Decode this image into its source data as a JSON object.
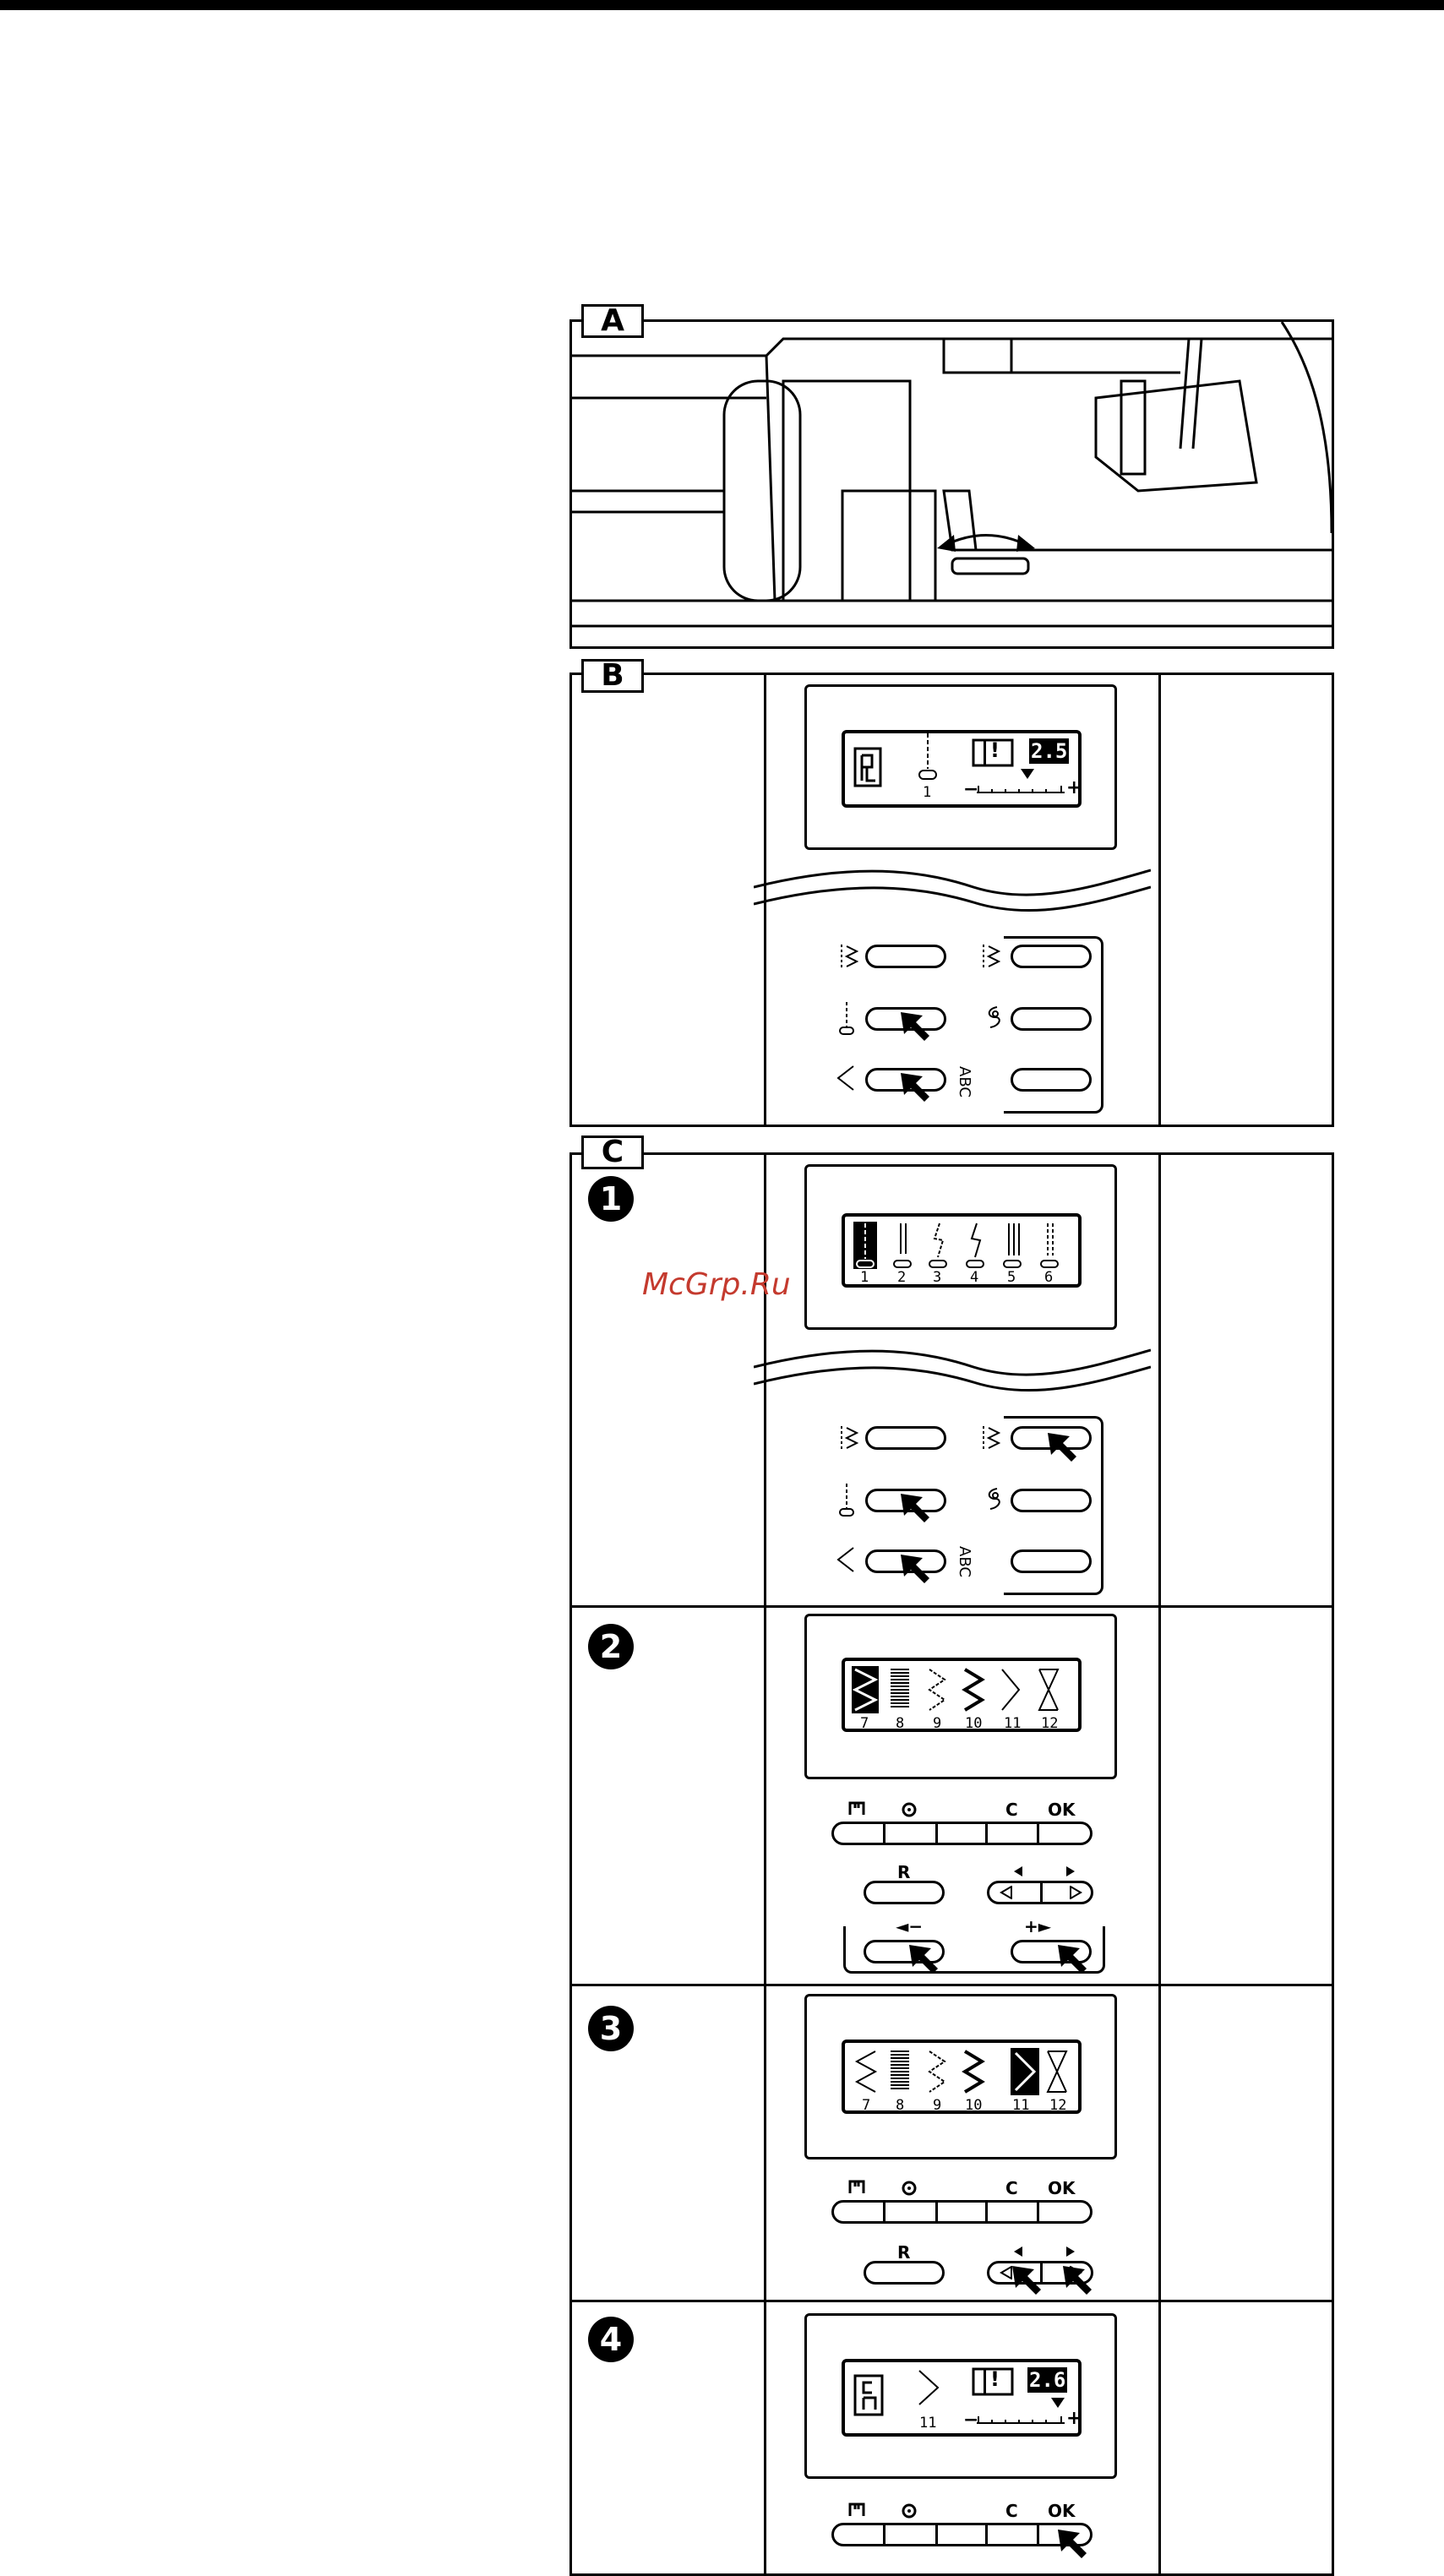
{
  "figure": {
    "labels": {
      "a": "A",
      "b": "B",
      "c": "C"
    },
    "steps": [
      "1",
      "2",
      "3",
      "4"
    ]
  },
  "panel_b": {
    "stitch_number": "1",
    "value": "2.5",
    "warning_glyph": "!",
    "minus": "−",
    "plus": "+",
    "mode_label": "ABC"
  },
  "step1": {
    "stitch_numbers": [
      "1",
      "2",
      "3",
      "4",
      "5",
      "6"
    ],
    "mode_label": "ABC"
  },
  "step2": {
    "stitch_numbers": [
      "7",
      "8",
      "9",
      "10",
      "11",
      "12"
    ],
    "buttons": {
      "c": "C",
      "ok": "OK",
      "r": "R",
      "prev": "◄−",
      "next": "+►"
    }
  },
  "step3": {
    "stitch_numbers": [
      "7",
      "8",
      "9",
      "10",
      "11",
      "12"
    ],
    "buttons": {
      "c": "C",
      "ok": "OK",
      "r": "R"
    }
  },
  "step4": {
    "stitch_number": "11",
    "value": "2.6",
    "warning_glyph": "!",
    "minus": "−",
    "plus": "+",
    "buttons": {
      "c": "C",
      "ok": "OK"
    }
  },
  "watermark": "McGrp.Ru",
  "icons": [
    "presser-foot-icon",
    "straight-stitch-icon",
    "zigzag-stitch-icon",
    "decorative-stitch-icon",
    "pointer-hand-icon"
  ]
}
